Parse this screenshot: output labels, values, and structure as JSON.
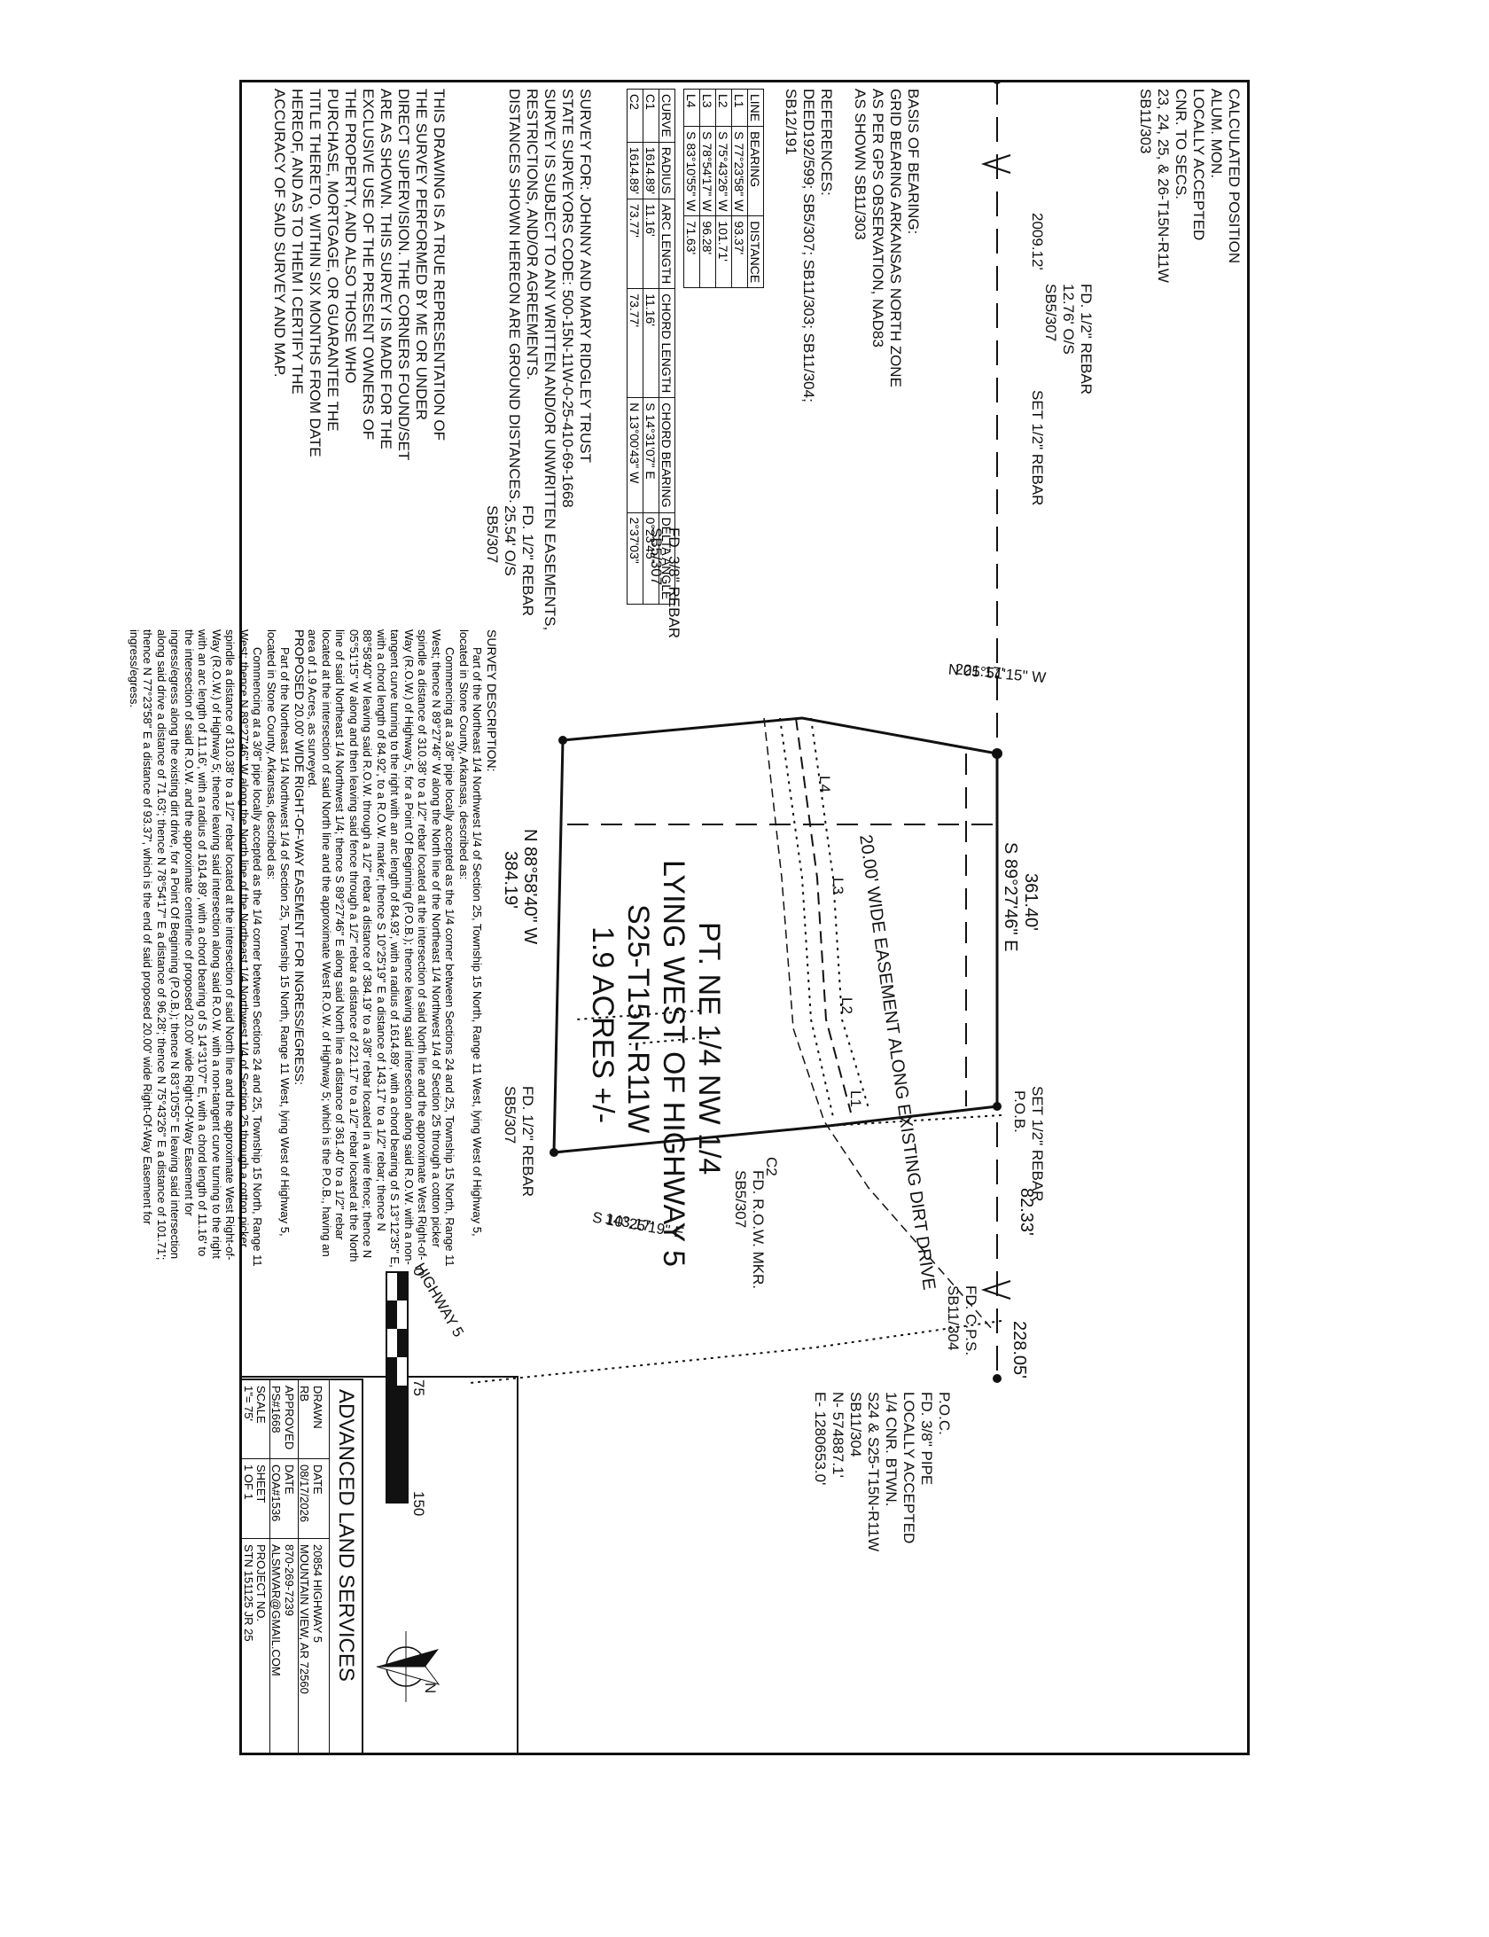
{
  "title": {
    "line1": "PT. NE 1/4 NW 1/4",
    "line2": "LYING WEST OF HIGHWAY 5",
    "line3": "S25-T15N-R11W",
    "line4": "1.9 ACRES +/-"
  },
  "easement_label": "20.00' WIDE EASEMENT ALONG EXISTING DIRT DRIVE",
  "highway_label": "HIGHWAY 5",
  "corners": {
    "calc_position": [
      "CALCULATED POSITION",
      "ALUM. MON.",
      "LOCALLY ACCEPTED",
      "CNR. TO SECS.",
      "23, 24, 25, & 26-T15N-R11W",
      "SB11/303"
    ],
    "fd_rebar_nw": [
      "FD. 1/2\" REBAR",
      "12.76' O/S",
      "SB5/307"
    ],
    "set_rebar_nw": "SET 1/2\" REBAR",
    "fd_38_rebar": [
      "FD. 3/8\" REBAR",
      "SB5/307"
    ],
    "fd_rebar_sw": [
      "FD. 1/2\" REBAR",
      "25.54' O/S",
      "SB5/307"
    ],
    "set_rebar_pob": "SET 1/2\" REBAR",
    "pob": "P.O.B.",
    "fd_rebar_se": [
      "FD. 1/2\" REBAR",
      "SB5/307"
    ],
    "fd_row_mkr": [
      "FD. R.O.W. MKR.",
      "SB5/307"
    ],
    "fd_cps": [
      "FD. C.P.S.",
      "SB11/304"
    ],
    "poc": [
      "P.O.C.",
      "FD. 3/8\" PIPE",
      "LOCALLY ACCEPTED",
      "1/4 CNR. BTWN.",
      "S24 & S25-T15N-R11W",
      "SB11/304",
      "N- 574887.1'",
      "E- 1280653.0'"
    ]
  },
  "dimensions": {
    "d_2009": "2009.12'",
    "d_361": "361.40'",
    "b_north": "S 89°27'46\" E",
    "d_82": "82.33'",
    "d_228": "228.05'",
    "d_384": "384.19'",
    "b_south": "N 88°58'40\" W",
    "b_west": "N 05°51'15\" W",
    "d_west": "221.17'",
    "b_east": "S 10°25'19\" E",
    "d_east": "143.17'",
    "c2": "C2",
    "l1": "L1",
    "l2": "L2",
    "l3": "L3",
    "l4": "L4"
  },
  "basis": [
    "BASIS OF BEARING:",
    "GRID BEARING ARKANSAS NORTH ZONE",
    "AS PER GPS OBSERVATION, NAD83",
    "AS SHOWN SB11/303"
  ],
  "references": [
    "REFERENCES:",
    "DEED192/599; SB5/307; SB11/303; SB11/304;",
    "SB12/191"
  ],
  "line_table": {
    "headers": [
      "LINE",
      "BEARING",
      "DISTANCE"
    ],
    "rows": [
      [
        "L1",
        "S 77°23'58\" W",
        "93.37'"
      ],
      [
        "L2",
        "S 75°43'26\" W",
        "101.71'"
      ],
      [
        "L3",
        "S 78°54'17\" W",
        "96.28'"
      ],
      [
        "L4",
        "S 83°10'55\" W",
        "71.63'"
      ]
    ]
  },
  "curve_table": {
    "headers": [
      "CURVE",
      "RADIUS",
      "ARC LENGTH",
      "CHORD LENGTH",
      "CHORD BEARING",
      "DELTA ANGLE"
    ],
    "rows": [
      [
        "C1",
        "1614.89'",
        "11.16'",
        "11.16'",
        "S 14°31'07\" E",
        "0°23'45\""
      ],
      [
        "C2",
        "1614.89'",
        "73.77'",
        "73.77'",
        "N 13°00'43\" W",
        "2°37'03\""
      ]
    ]
  },
  "notes": [
    "SURVEY FOR: JOHNNY AND MARY RIDGLEY TRUST",
    "STATE SURVEYORS CODE: 500-15N-11W-0-25-410-69-1668",
    "SURVEY IS SUBJECT TO ANY WRITTEN AND/OR UNWRITTEN EASEMENTS,",
    "RESTRICTIONS, AND/OR AGREEMENTS.",
    "DISTANCES SHOWN HEREON ARE GROUND DISTANCES."
  ],
  "certification": "THIS DRAWING IS A TRUE REPRESENTATION OF THE SURVEY PERFORMED BY ME OR UNDER DIRECT SUPERVISION. THE CORNERS FOUND/SET ARE AS SHOWN. THIS SURVEY IS MADE FOR THE EXCLUSIVE USE OF THE PRESENT OWNERS OF THE PROPERTY, AND ALSO THOSE WHO PURCHASE, MORTGAGE, OR GUARANTEE THE TITLE THERETO, WITHIN SIX MONTHS FROM DATE HEREOF, AND AS TO THEM I CERTIFY THE ACCURACY OF SAID SURVEY AND MAP.",
  "description": {
    "heading": "SURVEY DESCRIPTION:",
    "p1": "Part of the Northeast 1/4 Northwest 1/4 of Section 25, Township 15 North, Range 11 West, lying West of Highway 5, located in Stone County, Arkansas, described as:",
    "p2": "Commencing at a 3/8\" pipe locally accepted as the 1/4 corner between Sections 24 and 25, Township 15 North, Range 11 West; thence N 89°27'46\" W along the North line of the Northeast 1/4 Northwest 1/4 of Section 25 through a cotton picker spindle a distance of 310.38' to a 1/2\" rebar located at the intersection of said North line and the approximate West Right-of-Way (R.O.W.) of Highway 5, for a Point Of Beginning (P.O.B.); thence leaving said intersection along said R.O.W. with a non-tangent curve turning to the right with an arc length of 84.93', with a radius of 1614.89', with a chord bearing of S 13°12'35\" E, with a chord length of 84.92', to a R.O.W. marker; thence S 10°25'19\" E a distance of 143.17' to a 1/2\" rebar; thence N 88°58'40\" W leaving said R.O.W. through a 1/2\" rebar a distance of 384.19' to a 3/8\" rebar located in a wire fence; thence N 05°51'15\" W along and then leaving said fence through a 1/2\" rebar a distance of 221.17' to a 1/2\" rebar located at the North line of said Northeast 1/4 Northwest 1/4; thence S 89°27'46\" E along said North line a distance of 361.40' to a 1/2\" rebar located at the intersection of said North line and the approximate West R.O.W. of Highway 5; which is the P.O.B., having an area of 1.9 Acres, as surveyed.",
    "heading2": "PROPOSED 20.00' WIDE RIGHT-OF-WAY EASEMENT FOR INGRESS/EGRESS:",
    "p3": "Part of the Northeast 1/4 Northwest 1/4 of Section 25, Township 15 North, Range 11 West, lying West of Highway 5, located in Stone County, Arkansas, described as:",
    "p4": "Commencing at a 3/8\" pipe locally accepted as the 1/4 corner between Sections 24 and 25, Township 15 North, Range 11 West; thence N 89°27'46\" W along the North line of the Northeast 1/4 Northwest 1/4 of Section 25 through a cotton picker spindle a distance of 310.38' to a 1/2\" rebar located at the intersection of said North line and the approximate West Right-of-Way (R.O.W.) of Highway 5; thence leaving said intersection along said R.O.W. with a non-tangent curve turning to the right with an arc length of 11.16', with a radius of 1614.89', with a chord bearing of S 14°31'07\" E, with a chord length of 11.16' to the intersection of said R.O.W. and the approximate centerline of proposed 20.00' wide Right-Of-Way Easement for ingress/egress along the existing dirt drive, for a Point Of Beginning (P.O.B.); thence N 83°10'55\" E leaving said intersection along said drive a distance of 71.63'; thence N 78°54'17\" E a distance of 96.28'; thence N 75°43'26\" E a distance of 101.71'; thence N 77°23'58\" E a distance of 93.37', which is the end of said proposed 20.00' wide Right-Of-Way Easement for ingress/egress."
  },
  "title_block": {
    "company": "ADVANCED LAND SERVICES",
    "rows": [
      [
        "DRAWN",
        "DATE",
        "20854 HIGHWAY 5"
      ],
      [
        "RB",
        "08/17/2026",
        "MOUNTAIN VIEW, AR 72560"
      ],
      [
        "APPROVED",
        "DATE",
        "870-269-7239"
      ],
      [
        "PS#1668",
        "COA#1536",
        "ALSMVAR@GMAIL.COM"
      ],
      [
        "SCALE",
        "SHEET",
        "PROJECT NO."
      ],
      [
        "1\"= 75'",
        "1 OF 1",
        "STN 151125 JR 25"
      ]
    ]
  },
  "scale_bar": {
    "labels": [
      "0",
      "75",
      "150"
    ]
  },
  "north_arrow": {
    "label": "N"
  }
}
